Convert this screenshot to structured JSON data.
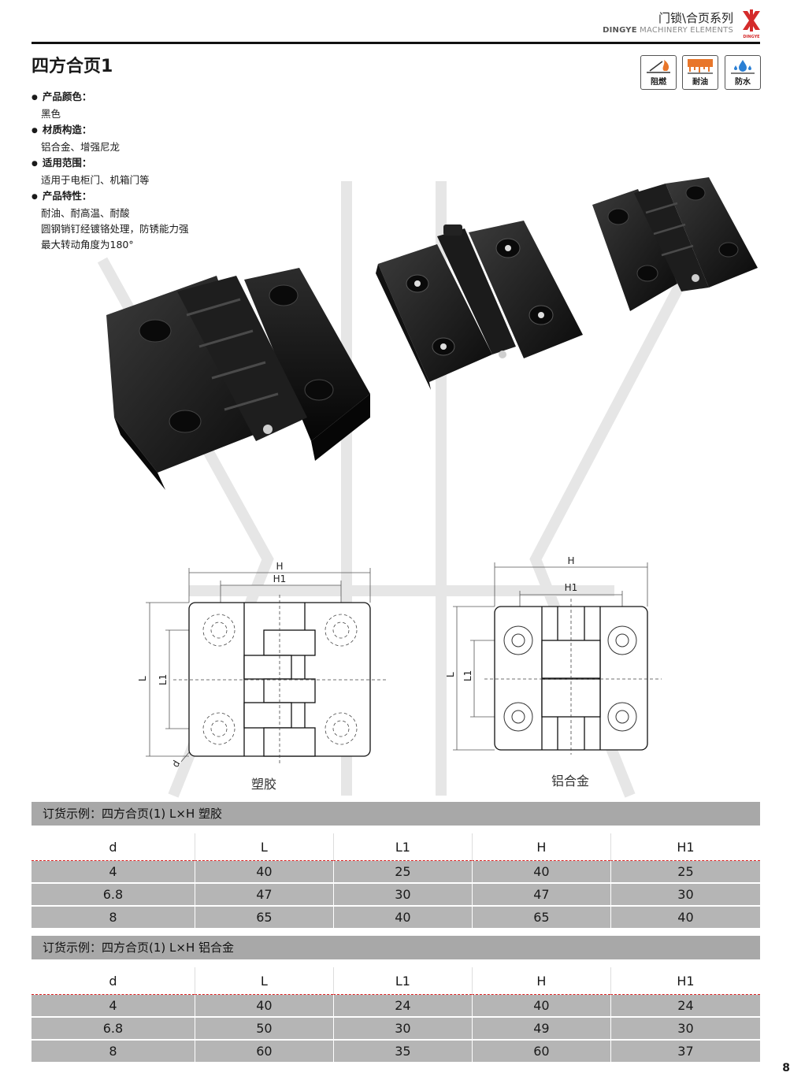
{
  "header": {
    "category": "门锁\\合页系列",
    "brand_en": "DINGYE",
    "subtitle_en": "MACHINERY ELEMENTS",
    "logo_text": "DINGYE"
  },
  "title": "四方合页1",
  "properties": [
    {
      "label": "阻燃",
      "icon": "flame-retardant-icon",
      "accent": "#e8762a"
    },
    {
      "label": "耐油",
      "icon": "oil-resistant-icon",
      "accent": "#e8762a"
    },
    {
      "label": "防水",
      "icon": "waterproof-icon",
      "accent": "#2a7fd4"
    }
  ],
  "specs": [
    {
      "heading": "产品颜色：",
      "lines": [
        "黑色"
      ]
    },
    {
      "heading": "材质构造：",
      "lines": [
        "铝合金、增强尼龙"
      ]
    },
    {
      "heading": "适用范围：",
      "lines": [
        "适用于电柜门、机箱门等"
      ]
    },
    {
      "heading": "产品特性：",
      "lines": [
        "耐油、耐高温、耐酸",
        "圆钢销钉经镀铬处理，防锈能力强",
        "最大转动角度为180°"
      ]
    }
  ],
  "drawings": {
    "plastic": {
      "caption": "塑胶",
      "dims": {
        "H": "H",
        "H1": "H1",
        "L": "L",
        "L1": "L1",
        "d": "d"
      }
    },
    "aluminum": {
      "caption": "铝合金",
      "dims": {
        "H": "H",
        "H1": "H1",
        "L": "L",
        "L1": "L1"
      }
    }
  },
  "tables": [
    {
      "title": "订货示例：四方合页(1) L×H 塑胶",
      "columns": [
        "d",
        "L",
        "L1",
        "H",
        "H1"
      ],
      "rows": [
        [
          "4",
          "40",
          "25",
          "40",
          "25"
        ],
        [
          "6.8",
          "47",
          "30",
          "47",
          "30"
        ],
        [
          "8",
          "65",
          "40",
          "65",
          "40"
        ]
      ]
    },
    {
      "title": "订货示例：四方合页(1) L×H 铝合金",
      "columns": [
        "d",
        "L",
        "L1",
        "H",
        "H1"
      ],
      "rows": [
        [
          "4",
          "40",
          "24",
          "40",
          "24"
        ],
        [
          "6.8",
          "50",
          "30",
          "49",
          "30"
        ],
        [
          "8",
          "60",
          "35",
          "60",
          "37"
        ]
      ]
    }
  ],
  "page_number": "8"
}
